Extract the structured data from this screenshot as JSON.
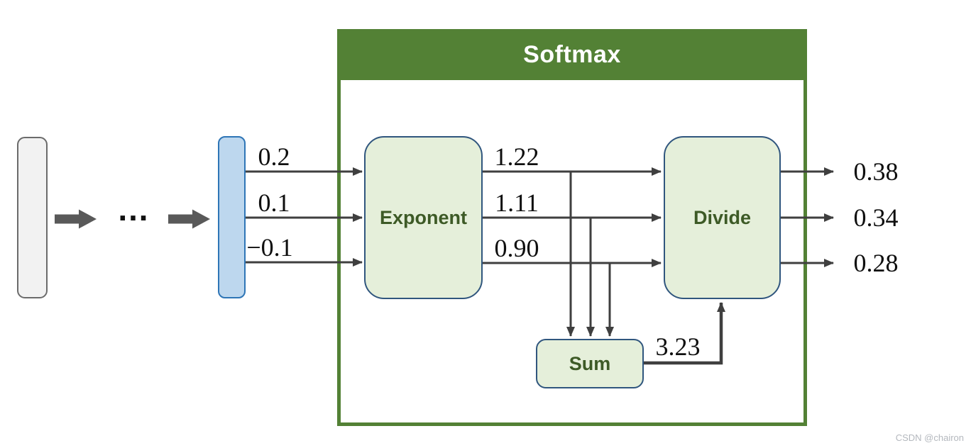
{
  "softmax": {
    "title": "Softmax"
  },
  "nodes": {
    "exponent": "Exponent",
    "divide": "Divide",
    "sum": "Sum"
  },
  "values": {
    "inputs": [
      "0.2",
      "0.1",
      "−0.1"
    ],
    "exponent_outputs": [
      "1.22",
      "1.11",
      "0.90"
    ],
    "sum_output": "3.23",
    "outputs": [
      "0.38",
      "0.34",
      "0.28"
    ]
  },
  "icons": {
    "ellipsis": "…",
    "flow_arrow": "block-arrow-right"
  },
  "colors": {
    "accent_green": "#538135",
    "node_fill": "#e5efda",
    "node_border": "#30567e",
    "vector_blue_fill": "#bdd7ee",
    "vector_blue_border": "#2e75b6",
    "vector_gray_fill": "#f2f2f2",
    "connector": "#3f3f3f",
    "title_text": "#ffffff",
    "node_text": "#3d5a26"
  },
  "watermark": "CSDN @chairon"
}
